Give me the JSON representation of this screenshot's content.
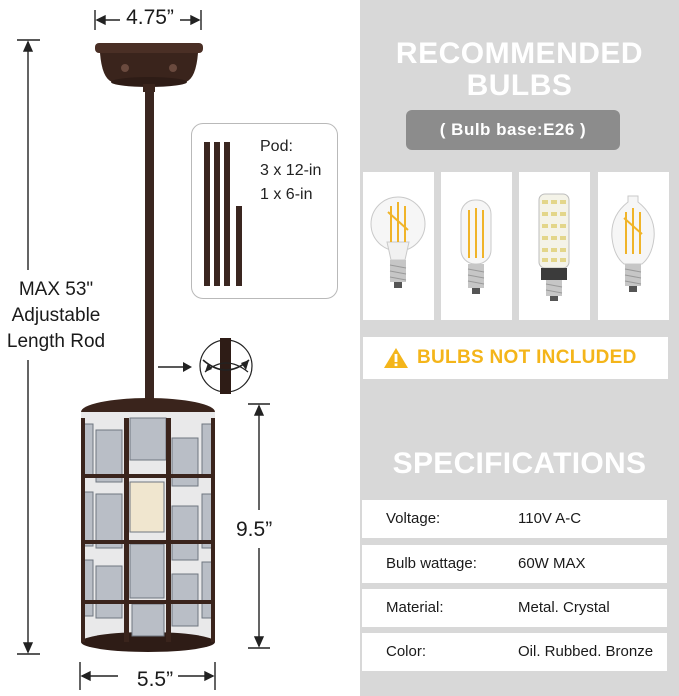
{
  "left": {
    "top_width": "4.75”",
    "rod_label": [
      "MAX 53\"",
      "Adjustable",
      "Length Rod"
    ],
    "height": "9.5”",
    "bottom_width": "5.5”",
    "pod": {
      "title": "Pod:",
      "line1": "3 x 12-in",
      "line2": "1 x 6-in"
    }
  },
  "right": {
    "recommended_title_line1": "RECOMMENDED",
    "recommended_title_line2": "BULBS",
    "bulb_base": "( Bulb base:E26 )",
    "bulbs": [
      {
        "name": "a19-filament-bulb-icon"
      },
      {
        "name": "t-shaped-filament-bulb-icon"
      },
      {
        "name": "corn-led-bulb-icon"
      },
      {
        "name": "st-edison-filament-bulb-icon"
      }
    ],
    "warning": "BULBS NOT INCLUDED",
    "warning_color": "#f4b51a",
    "specifications_title": "SPECIFICATIONS",
    "specs": [
      {
        "label": "Voltage:",
        "value": "110V  A-C"
      },
      {
        "label": "Bulb wattage:",
        "value": "60W MAX"
      },
      {
        "label": "Material:",
        "value": "Metal. Crystal"
      },
      {
        "label": "Color:",
        "value": "Oil. Rubbed. Bronze"
      }
    ],
    "panel_color": "#d8d8d8",
    "pill_color": "#8c8c8c"
  }
}
